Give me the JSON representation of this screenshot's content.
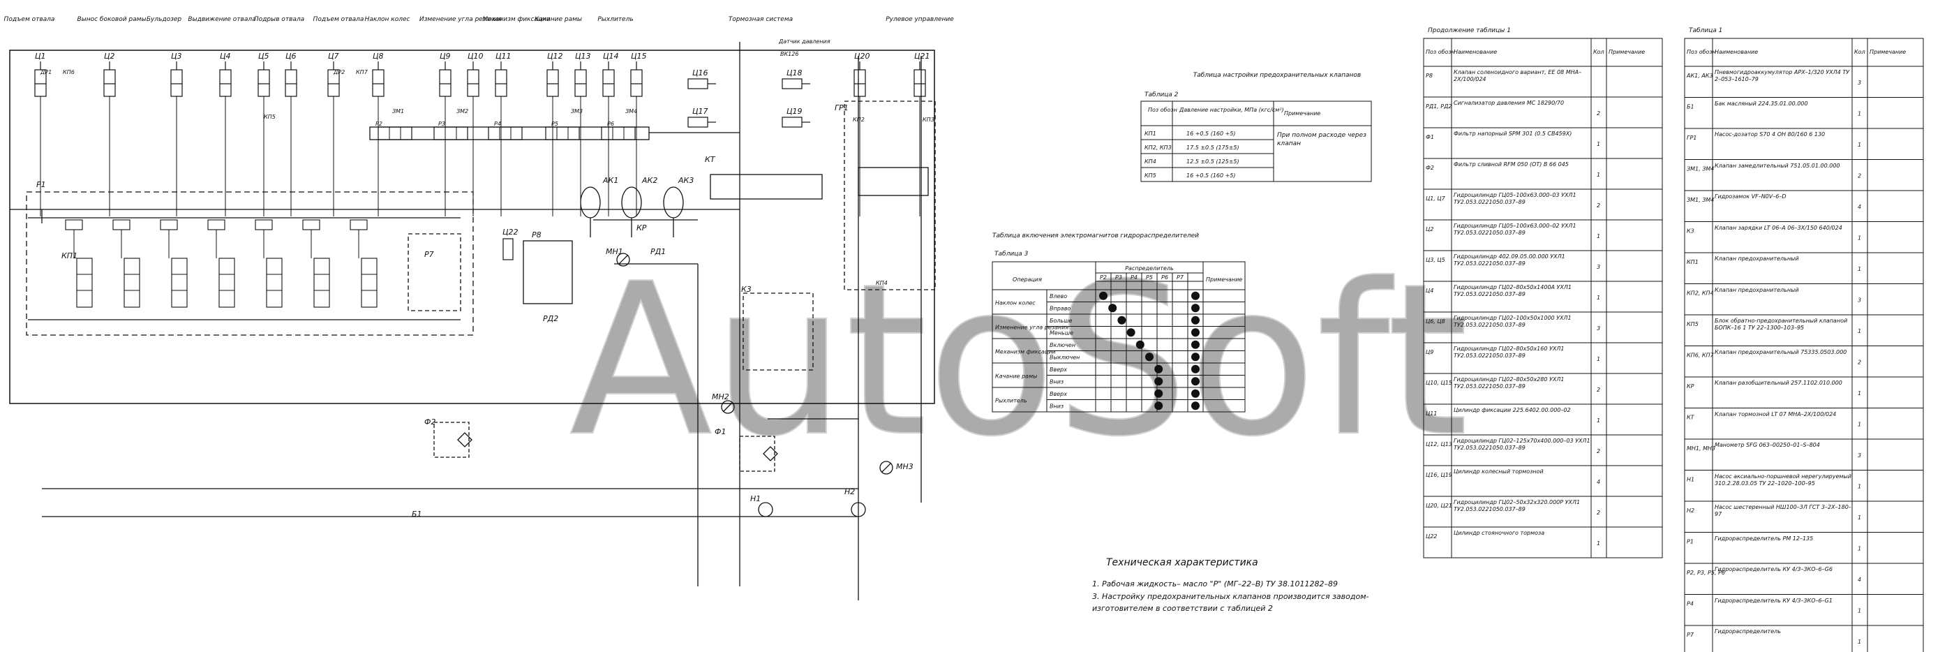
{
  "section_titles": [
    "Подъем отвала",
    "Вынос боковой рамы",
    "Бульдозер",
    "Выдвижение отвала",
    "Подрыв отвала",
    "Подъем отвала",
    "Наклон колес",
    "Изменение угла резания",
    "Механизм фиксации",
    "Качание рамы",
    "Рыхлитель",
    "Тормозная система",
    "Рулевое управление"
  ],
  "cylinders": [
    "Ц1",
    "Ц2",
    "Ц3",
    "Ц4",
    "Ц5",
    "Ц6",
    "Ц7",
    "Ц8",
    "Ц9",
    "Ц10",
    "Ц11",
    "Ц12",
    "Ц13",
    "Ц14",
    "Ц15",
    "Ц16",
    "Ц17",
    "Ц18",
    "Ц19",
    "Ц20",
    "Ц21",
    "Ц22"
  ],
  "components": {
    "dr1": "ДР1",
    "kp6": "КП6",
    "kp5": "КП5",
    "dr2": "ДР2",
    "kp7": "КП7",
    "r1": "Р1",
    "kp1": "КП1",
    "r7": "Р7",
    "r2": "Р2",
    "zm1": "ЗМ1",
    "r3": "Р3",
    "zm2": "ЗМ2",
    "r4": "Р4",
    "r5": "Р5",
    "zm3": "ЗМ3",
    "r6": "Р6",
    "zm4": "ЗМ4",
    "ak1": "АК1",
    "ak2": "АК2",
    "ak3": "АК3",
    "mn1": "МН1",
    "kr": "КР",
    "rd1": "РД1",
    "r8": "Р8",
    "rd2": "РД2",
    "kt": "КТ",
    "k3": "К3",
    "mn2": "МН2",
    "f1": "Ф1",
    "f2": "Ф2",
    "n1": "Н1",
    "n2": "Н2",
    "mn3": "МН3",
    "gr1": "ГР1",
    "kp2": "КП2",
    "kp3": "КП3",
    "kp4": "КП4",
    "b1": "Б1",
    "sensor": "Датчик давления",
    "sensor_code": "ВК126"
  },
  "table2": {
    "caption": "Таблица настройки предохранительных клапанов",
    "label": "Таблица 2",
    "headers": [
      "Поз обозн",
      "Давление настройки, МПа (кгс/см²)",
      "Примечание"
    ],
    "rows": [
      [
        "КП1",
        "16 +0.5 (160 +5)"
      ],
      [
        "КП2, КП3",
        "17.5 ±0.5 (175±5)"
      ],
      [
        "КП4",
        "12.5 ±0.5 (125±5)"
      ],
      [
        "КП5",
        "16 +0.5 (160 +5)"
      ]
    ],
    "note": "При полном расходе через клапан"
  },
  "table3": {
    "caption": "Таблица включения электромагнитов гидрораспределителей",
    "label": "Таблица 3",
    "op_header": "Операция",
    "group_header": "Распределитель",
    "note_header": "Примечание",
    "distributors": [
      "Р2",
      "Р3",
      "Р4",
      "Р5",
      "Р6",
      "Р7"
    ],
    "groups": [
      {
        "name": "Наклон колес",
        "rows": [
          "Влево",
          "Вправо"
        ]
      },
      {
        "name": "Изменение угла резания",
        "rows": [
          "Больше",
          "Меньше"
        ]
      },
      {
        "name": "Механизм фиксации",
        "rows": [
          "Включен",
          "Выключен"
        ]
      },
      {
        "name": "Качание рамы",
        "rows": [
          "Вверх",
          "Вниз"
        ]
      },
      {
        "name": "Рыхлитель",
        "rows": [
          "Вверх",
          "Вниз"
        ]
      }
    ],
    "dots_on": [
      [
        0,
        0
      ],
      [
        1,
        1
      ],
      [
        2,
        2
      ],
      [
        3,
        3
      ],
      [
        4,
        4
      ],
      [
        5,
        5
      ],
      [
        6,
        6
      ],
      [
        7,
        7
      ],
      [
        8,
        8
      ],
      [
        9,
        9
      ]
    ]
  },
  "tech_title": "Техническая характеристика",
  "tech_lines": [
    "1. Рабочая жидкость– масло \"Р\" (МГ–22–В) ТУ 38.1011282–89",
    "3. Настройку предохранительных клапанов производится заводом-",
    "изготовителем в соответствии с таблицей 2"
  ],
  "table1a": {
    "title": "Продолжение таблицы 1",
    "headers": [
      "Поз обозн",
      "Наименование",
      "Кол",
      "Примечание"
    ],
    "rows": [
      [
        "Р8",
        "Клапан соленоидного вариант, ЕЕ 08 МНА–2Х/100/024",
        ""
      ],
      [
        "РД1, РД2",
        "Сигнализатор давления МС 18290/70",
        "2"
      ],
      [
        "Ф1",
        "Фильтр напорный SPM 301 (0.5 СВ459Х)",
        "1"
      ],
      [
        "Ф2",
        "Фильтр сливной RFM 050 (ОТ) В 66 045",
        "1"
      ],
      [
        "Ц1, Ц7",
        "Гидроцилиндр ГЦ05–100х63.000–03 УХЛ1 ТУ2.053.0221050.037–89",
        "2"
      ],
      [
        "Ц2",
        "Гидроцилиндр ГЦ05–100х63.000–02 УХЛ1 ТУ2.053.0221050.037–89",
        "1"
      ],
      [
        "Ц3, Ц5",
        "Гидроцилиндр 402.09.05.00.000 УХЛ1 ТУ2.053.0221050.037–89",
        "3"
      ],
      [
        "Ц4",
        "Гидроцилиндр ГЦ02–80х50х1400А УХЛ1 ТУ2.053.0221050.037–89",
        "1"
      ],
      [
        "Ц6, Ц8",
        "Гидроцилиндр ГЦ02–100х50х1000 УХЛ1 ТУ2.053.0221050.037–89",
        "3"
      ],
      [
        "Ц9",
        "Гидроцилиндр ГЦ02–80х50х160 УХЛ1 ТУ2.053.0221050.037–89",
        "1"
      ],
      [
        "Ц10, Ц15",
        "Гидроцилиндр ГЦ02–80х50х280 УХЛ1 ТУ2.053.0221050.037–89",
        "2"
      ],
      [
        "Ц11",
        "Цилиндр фиксации 225.6402.00.000–02",
        "1"
      ],
      [
        "Ц12, Ц13",
        "Гидроцилиндр ГЦ02–125х70х400.000–03 УХЛ1 ТУ2.053.0221050.037–89",
        "2"
      ],
      [
        "Ц16, Ц19",
        "Цилиндр колесный тормозной",
        "4"
      ],
      [
        "Ц20, Ц21",
        "Гидроцилиндр ГЦ02–50х32х320.000Р УХЛ1 ТУ2.053.0221050.037–89",
        "2"
      ],
      [
        "Ц22",
        "Цилиндр стояночного тормоза",
        "1"
      ]
    ]
  },
  "table1b": {
    "title": "Таблица 1",
    "headers": [
      "Поз обозн",
      "Наименование",
      "Кол",
      "Примечание"
    ],
    "rows": [
      [
        "АК1, АК3",
        "Пневмогидроаккумулятор АРХ–1/320 УХЛ4 ТУ 2–053–1610–79",
        "3"
      ],
      [
        "Б1",
        "Бак масляный 224.35.01.00.000",
        "1"
      ],
      [
        "ГР1",
        "Насос-дозатор S70 4 ОН 80/160 6 130",
        "1"
      ],
      [
        "ЗМ1, ЗМ4",
        "Клапан замедлительный 751.05.01.00.000",
        "2"
      ],
      [
        "ЗМ1, ЗМ4",
        "Гидрозамок VF–N0V–6–D",
        "4"
      ],
      [
        "К3",
        "Клапан зарядки LT 06–А 06–3Х/150 640/024",
        "1"
      ],
      [
        "КП1",
        "Клапан предохранительный",
        "1"
      ],
      [
        "КП2, КП4",
        "Клапан предохранительный",
        "3"
      ],
      [
        "КП5",
        "Блок обратно-предохранительный клапаной БОПК–16 1 ТУ 22–1300–103–95",
        "1"
      ],
      [
        "КП6, КП7",
        "Клапан предохранительный 75335.0503.000",
        "2"
      ],
      [
        "КР",
        "Клапан разобщительный 257.1102.010.000",
        "1"
      ],
      [
        "КТ",
        "Клапан тормозной LT 07 МНА–2Х/100/024",
        "1"
      ],
      [
        "МН1, МН3",
        "Манометр SFG 063–00250–01–S–804",
        "3"
      ],
      [
        "Н1",
        "Насос аксиально-поршневой нерегулируемый 310.2.28.03.05 ТУ 22–1020–100–95",
        "1"
      ],
      [
        "Н2",
        "Насос шестеренный НШ100–3Л ГСТ 3–2Х–180–97",
        "1"
      ],
      [
        "Р1",
        "Гидрораспределитель РМ 12–135",
        "1"
      ],
      [
        "Р2, Р3, Р5, Р6",
        "Гидрораспределитель КУ 4/3–3КО–6–G6",
        "4"
      ],
      [
        "Р4",
        "Гидрораспределитель КУ 4/3–3КО–6–G1",
        "1"
      ],
      [
        "Р7",
        "Гидрораспределитель",
        "1"
      ]
    ]
  },
  "watermark": "AutoSoft"
}
